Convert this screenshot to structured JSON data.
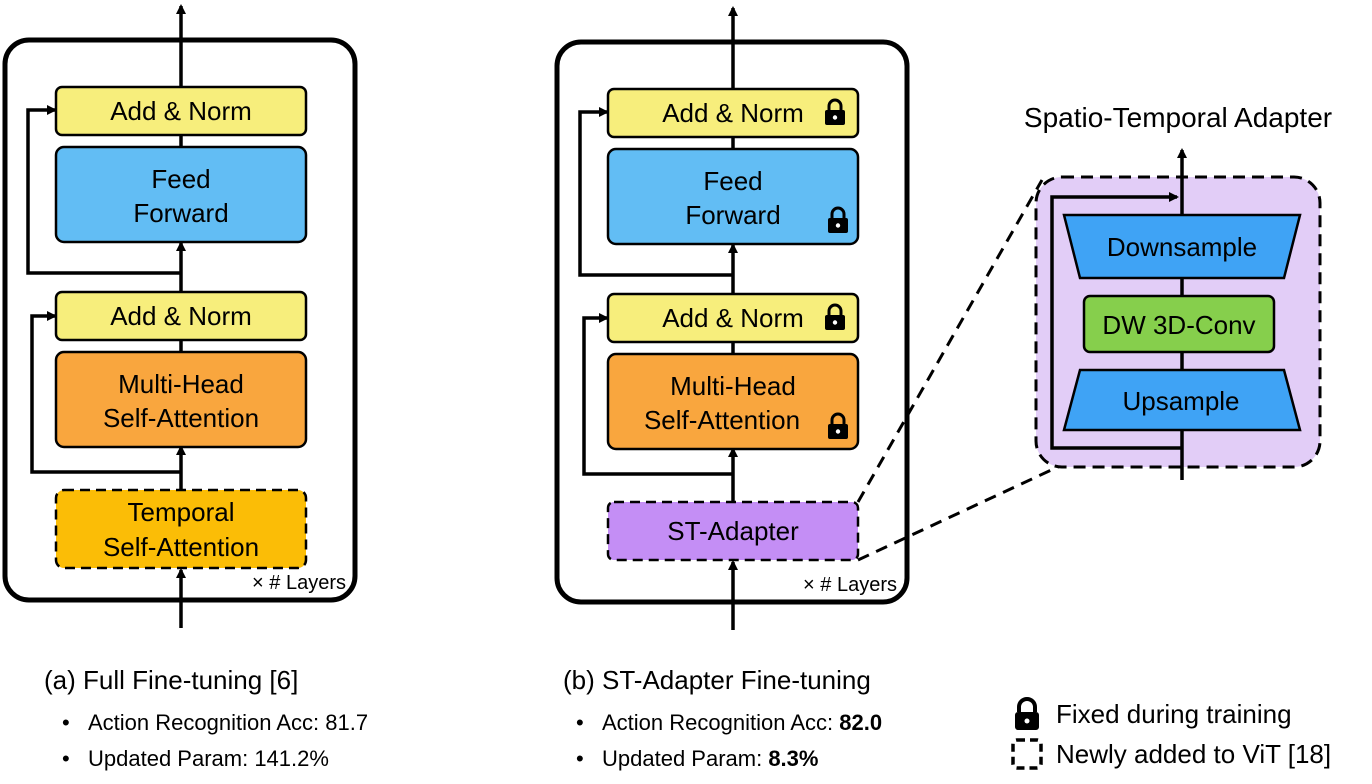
{
  "panel_a": {
    "blocks": {
      "add_norm_top": "Add & Norm",
      "feed_forward_1": "Feed",
      "feed_forward_2": "Forward",
      "add_norm_bottom": "Add & Norm",
      "mhsa_1": "Multi-Head",
      "mhsa_2": "Self-Attention",
      "temporal_1": "Temporal",
      "temporal_2": "Self-Attention"
    },
    "layers_label": "× # Layers",
    "caption": "(a) Full Fine-tuning [6]",
    "bullets": [
      {
        "label": "Action Recognition Acc: ",
        "value": "81.7"
      },
      {
        "label": "Updated Param: ",
        "value": "141.2%"
      }
    ]
  },
  "panel_b": {
    "blocks": {
      "add_norm_top": "Add & Norm",
      "feed_forward_1": "Feed",
      "feed_forward_2": "Forward",
      "add_norm_bottom": "Add & Norm",
      "mhsa_1": "Multi-Head",
      "mhsa_2": "Self-Attention",
      "st_adapter": "ST-Adapter"
    },
    "layers_label": "× # Layers",
    "caption": "(b) ST-Adapter Fine-tuning",
    "bullets": [
      {
        "label": "Action Recognition Acc: ",
        "value": "82.0"
      },
      {
        "label": "Updated Param: ",
        "value": "8.3%"
      }
    ]
  },
  "adapter_detail": {
    "title": "Spatio-Temporal Adapter",
    "downsample": "Downsample",
    "conv": "DW 3D-Conv",
    "upsample": "Upsample"
  },
  "legend": {
    "fixed": "Fixed during training",
    "new": "Newly added to ViT [18]"
  },
  "colors": {
    "add_norm": "#f7ee7c",
    "feed_forward": "#62bdf4",
    "attention": "#f9a63e",
    "temporal": "#fbbd06",
    "st_adapter": "#c48ef5",
    "adapter_bg": "#e2cdf7",
    "sample": "#3fa3f5",
    "conv": "#86cf4c"
  }
}
